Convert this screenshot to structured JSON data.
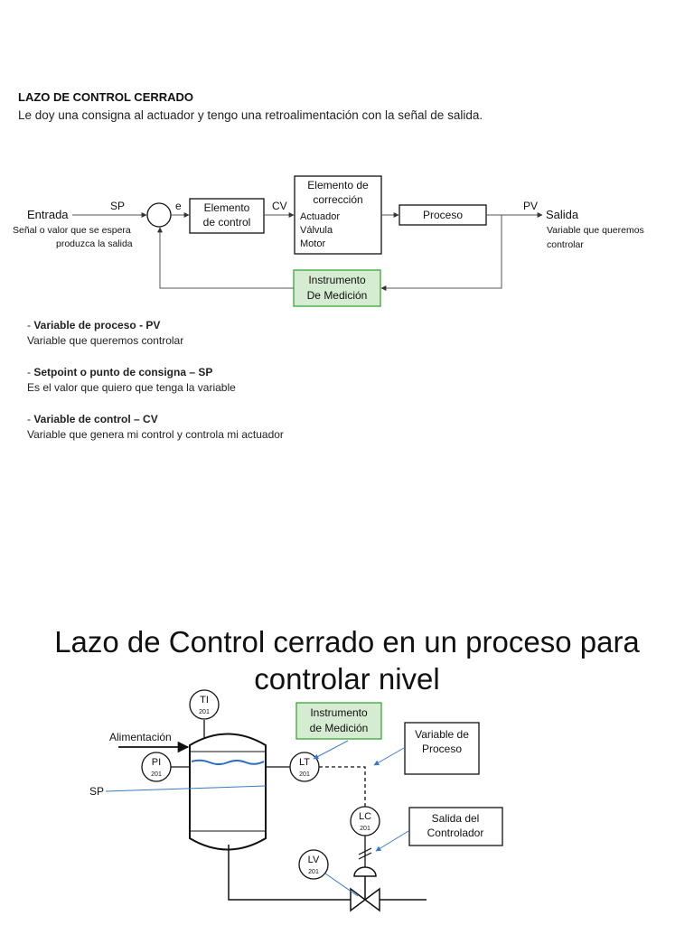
{
  "header": {
    "title": "LAZO DE CONTROL CERRADO",
    "subtitle": "Le doy una consigna al actuador y tengo una retroalimentación con la señal de salida."
  },
  "block_diagram": {
    "input_label": "Entrada",
    "input_note_line1": "Señal o valor que se espera",
    "input_note_line2": "produzca la salida",
    "sp_label": "SP",
    "error_label": "e",
    "controller_line1": "Elemento",
    "controller_line2": "de control",
    "cv_label": "CV",
    "correction_line1": "Elemento de",
    "correction_line2": "corrección",
    "correction_item1": "Actuador",
    "correction_item2": "Válvula",
    "correction_item3": "Motor",
    "process_label": "Proceso",
    "pv_label": "PV",
    "output_label": "Salida",
    "output_note_line1": "Variable que queremos",
    "output_note_line2": "controlar",
    "sensor_line1": "Instrumento",
    "sensor_line2": "De Medición"
  },
  "definitions": [
    {
      "term": "Variable de proceso  - PV",
      "description": "Variable que queremos controlar"
    },
    {
      "term": "Setpoint o punto de consigna – SP",
      "description": "Es el valor que quiero que tenga la variable"
    },
    {
      "term": "Variable de control – CV",
      "description": "Variable que genera mi control y controla mi actuador"
    }
  ],
  "level_section": {
    "title": "Lazo de Control cerrado en un proceso para controlar nivel"
  },
  "pid": {
    "feed_label": "Alimentación",
    "sp_label": "SP",
    "ti_tag": "TI",
    "ti_num": "201",
    "pi_tag": "PI",
    "pi_num": "201",
    "lt_tag": "LT",
    "lt_num": "201",
    "lc_tag": "LC",
    "lc_num": "201",
    "lv_tag": "LV",
    "lv_num": "201",
    "instrument_line1": "Instrumento",
    "instrument_line2": "de Medición",
    "pv_box_line1": "Variable de",
    "pv_box_line2": "Proceso",
    "out_box_line1": "Salida del",
    "out_box_line2": "Controlador"
  }
}
